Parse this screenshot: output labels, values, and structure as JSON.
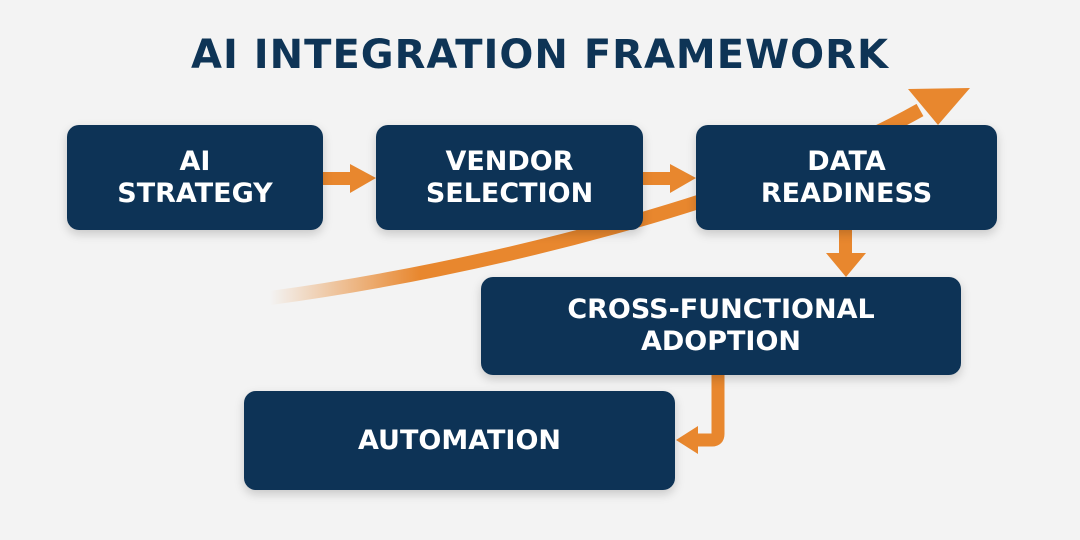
{
  "title": "AI INTEGRATION FRAMEWORK",
  "colors": {
    "navy": "#0d3356",
    "orange": "#e8872e",
    "background": "#f3f3f3"
  },
  "steps": [
    {
      "line1": "AI",
      "line2": "STRATEGY"
    },
    {
      "line1": "VENDOR",
      "line2": "SELECTION"
    },
    {
      "line1": "DATA",
      "line2": "READINESS"
    },
    {
      "line1": "CROSS-FUNCTIONAL",
      "line2": "ADOPTION"
    },
    {
      "line1": "AUTOMATION"
    }
  ]
}
